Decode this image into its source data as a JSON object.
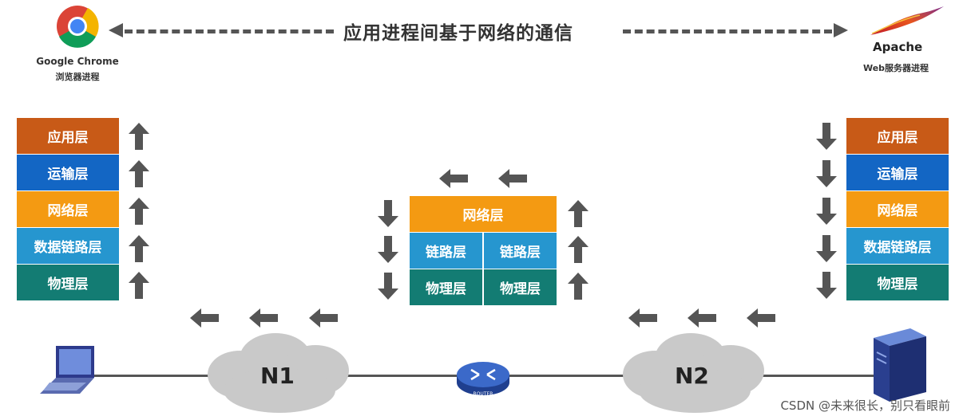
{
  "title": "应用进程间基于网络的通信",
  "client": {
    "app_name": "Google Chrome",
    "process_label": "浏览器进程"
  },
  "server": {
    "app_name": "Apache",
    "process_label": "Web服务器进程"
  },
  "left_stack": [
    "应用层",
    "运输层",
    "网络层",
    "数据链路层",
    "物理层"
  ],
  "right_stack": [
    "应用层",
    "运输层",
    "网络层",
    "数据链路层",
    "物理层"
  ],
  "router": {
    "network": "网络层",
    "link": [
      "链路层",
      "链路层"
    ],
    "physical": [
      "物理层",
      "物理层"
    ],
    "device_label": "ROUTER"
  },
  "networks": [
    "N1",
    "N2"
  ],
  "colors": {
    "application": "#c85a17",
    "transport": "#1366c4",
    "network": "#f49a12",
    "datalink": "#2696cf",
    "physical": "#137c73",
    "arrow": "#555555"
  },
  "watermark": "CSDN @未来很长，别只看眼前"
}
